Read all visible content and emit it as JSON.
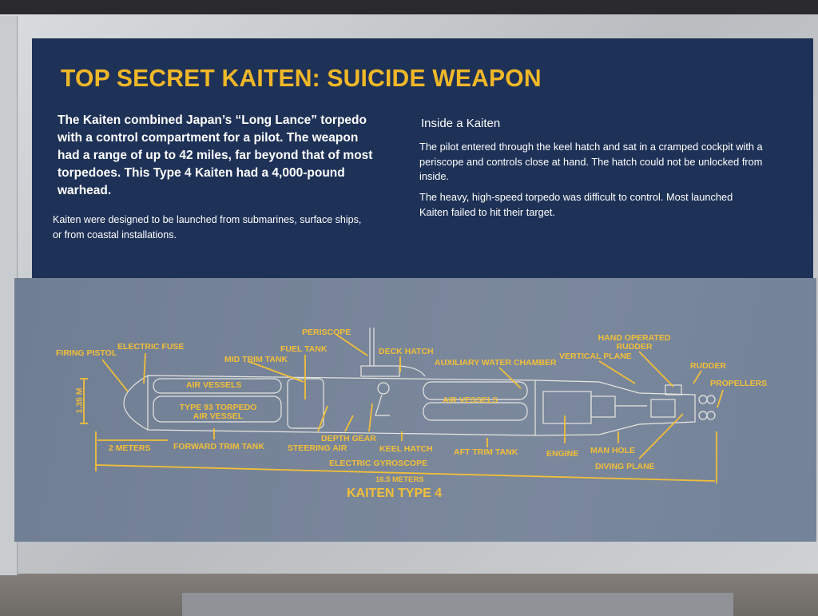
{
  "title": "TOP SECRET KAITEN: SUICIDE WEAPON",
  "lead": "The Kaiten combined Japan’s “Long Lance” torpedo with a control compartment for a pilot. The weapon had a range of up to 42 miles, far beyond that of most torpedoes. This Type 4 Kaiten had a 4,000-pound warhead.",
  "small": "Kaiten were designed to be launched from submarines, surface ships, or from coastal installations.",
  "inside": {
    "heading": "Inside a Kaiten",
    "p1": "The pilot entered through the keel hatch and sat in a cramped cockpit with a periscope and controls close at hand. The hatch could not be unlocked from inside.",
    "p2": "The heavy, high-speed torpedo was difficult to control. Most launched Kaiten failed to hit their target."
  },
  "diagram": {
    "caption": "KAITEN TYPE 4",
    "labels": {
      "firing_pistol": "FIRING PISTOL",
      "electric_fuse": "ELECTRIC FUSE",
      "mid_trim": "MID TRIM TANK",
      "fuel_tank": "FUEL TANK",
      "periscope": "PERISCOPE",
      "deck_hatch": "DECK HATCH",
      "aux_water": "AUXILIARY WATER CHAMBER",
      "vertical_plane": "VERTICAL PLANE",
      "hand_rudder": "HAND OPERATED RUDDER",
      "rudder": "RUDDER",
      "propellers": "PROPELLERS",
      "air_vessels_1": "AIR VESSELS",
      "type93": "TYPE 93 TORPEDO AIR VESSEL",
      "air_vessels_2": "AIR VESSELS",
      "height": "1.35 M",
      "two_m": "2 METERS",
      "fwd_trim": "FORWARD TRIM TANK",
      "steering_air": "STEERING AIR",
      "depth_gear": "DEPTH GEAR",
      "keel_hatch": "KEEL HATCH",
      "gyro": "ELECTRIC GYROSCOPE",
      "aft_trim": "AFT TRIM TANK",
      "engine": "ENGINE",
      "man_hole": "MAN HOLE",
      "diving_plane": "DIVING PLANE",
      "length": "16.5 METERS"
    }
  },
  "colors": {
    "navy": "#1e3157",
    "accent": "#f0b828",
    "slate": "#74839a"
  }
}
